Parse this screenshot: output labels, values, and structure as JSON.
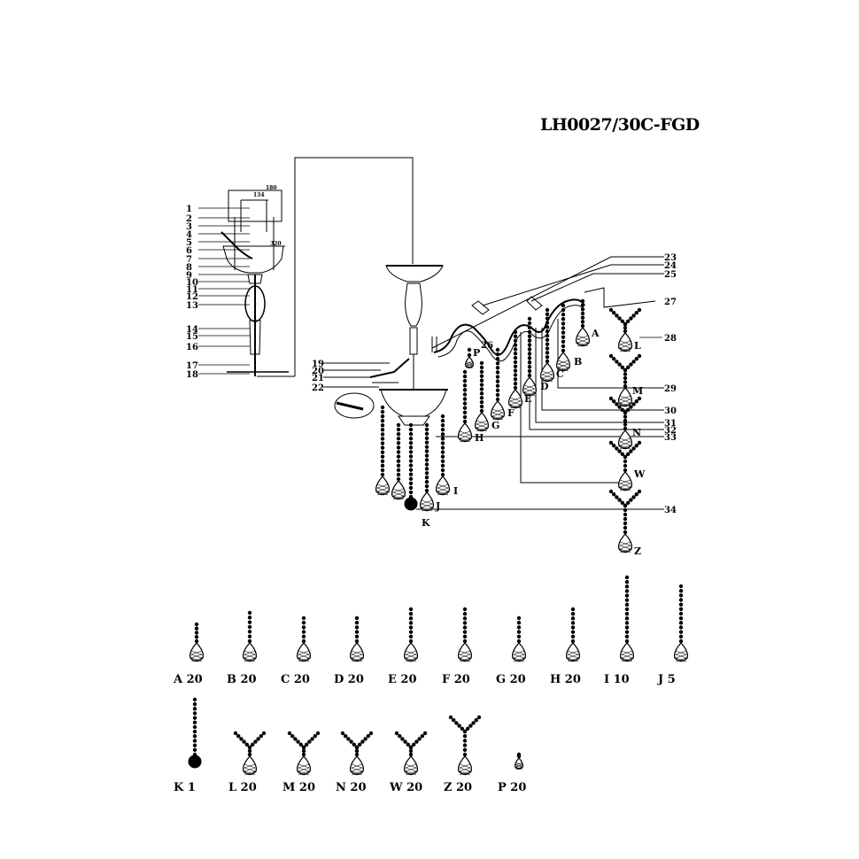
{
  "title": "LH0027/30C-FGD",
  "dimensions": {
    "outer": "180",
    "inner": "134",
    "bowl": "320"
  },
  "left_parts": [
    "1",
    "2",
    "3",
    "4",
    "5",
    "6",
    "7",
    "8",
    "9",
    "10",
    "11",
    "12",
    "13",
    "14",
    "15",
    "16",
    "17",
    "18"
  ],
  "center_parts": [
    "19",
    "20",
    "21",
    "22"
  ],
  "right_parts": [
    "23",
    "24",
    "25",
    "27",
    "28",
    "29",
    "30",
    "31",
    "32",
    "33",
    "34"
  ],
  "part_26": "26",
  "diagram_letters": [
    "A",
    "B",
    "C",
    "D",
    "E",
    "F",
    "G",
    "H",
    "I",
    "J",
    "K",
    "L",
    "M",
    "N",
    "W",
    "Z",
    "P"
  ],
  "parts_list_row1": [
    {
      "code": "A",
      "qty": "20"
    },
    {
      "code": "B",
      "qty": "20"
    },
    {
      "code": "C",
      "qty": "20"
    },
    {
      "code": "D",
      "qty": "20"
    },
    {
      "code": "E",
      "qty": "20"
    },
    {
      "code": "F",
      "qty": "20"
    },
    {
      "code": "G",
      "qty": "20"
    },
    {
      "code": "H",
      "qty": "20"
    },
    {
      "code": "I",
      "qty": "10"
    },
    {
      "code": "J",
      "qty": "5"
    }
  ],
  "parts_list_row2": [
    {
      "code": "K",
      "qty": "1"
    },
    {
      "code": "L",
      "qty": "20"
    },
    {
      "code": "M",
      "qty": "20"
    },
    {
      "code": "N",
      "qty": "20"
    },
    {
      "code": "W",
      "qty": "20"
    },
    {
      "code": "Z",
      "qty": "20"
    },
    {
      "code": "P",
      "qty": "20"
    }
  ]
}
